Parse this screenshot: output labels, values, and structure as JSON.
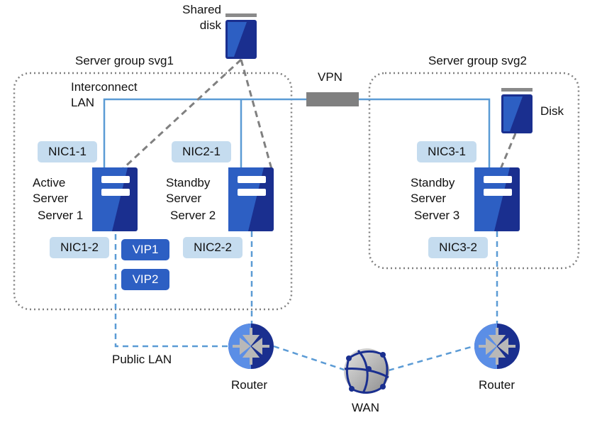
{
  "groups": {
    "svg1": {
      "title": "Server group svg1"
    },
    "svg2": {
      "title": "Server group svg2"
    }
  },
  "labels": {
    "shared_disk": "Shared\ndisk",
    "disk": "Disk",
    "interconnect": "Interconnect\nLAN",
    "vpn": "VPN",
    "public_lan": "Public LAN",
    "wan": "WAN"
  },
  "servers": [
    {
      "role": "Active\nServer",
      "name": "Server 1"
    },
    {
      "role": "Standby\nServer",
      "name": "Server 2"
    },
    {
      "role": "Standby\nServer",
      "name": "Server 3"
    }
  ],
  "nics": [
    "NIC1-1",
    "NIC1-2",
    "NIC2-1",
    "NIC2-2",
    "NIC3-1",
    "NIC3-2"
  ],
  "vips": [
    "VIP1",
    "VIP2"
  ],
  "routers": [
    "Router",
    "Router"
  ],
  "colors": {
    "server_blue": "#2d5fc3",
    "server_dark": "#1a2f8f",
    "lan_line": "#5b9bd5",
    "disk_link": "#808080",
    "nic_fill": "#c5dcef",
    "group_border": "#808080"
  }
}
